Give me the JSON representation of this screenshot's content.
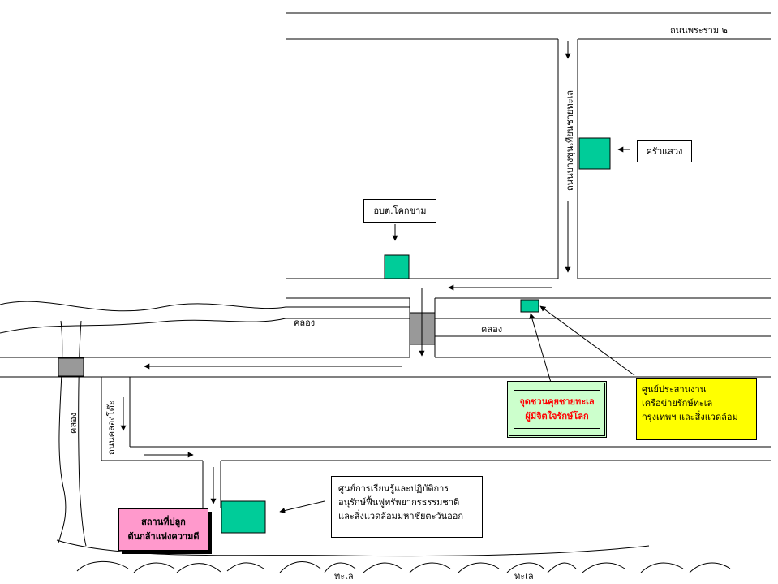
{
  "colors": {
    "building": "#00cc99",
    "bridge": "#999999",
    "accent_yellow": "#ffff00",
    "accent_pink": "#ff99cc",
    "highlight_text": "#ff0000",
    "highlight_bg": "#ccffcc"
  },
  "labels": {
    "rama2_road": "ถนนพระราม ๒",
    "canal_left": "คลอง",
    "canal_right": "คลอง",
    "canal_vertical": "คลอง",
    "sea_1": "ทะเล",
    "sea_2": "ทะเล",
    "bangkhunthian_road": "ถนนบางขุนเทียนชายทะเล",
    "khlong_dan_road": "ถนนคลองโต๊ะ"
  },
  "boxes": {
    "krua_saeng": "ครัวแสวง",
    "obt_khok_kham": "อบต.โคกขาม",
    "coordination_center": [
      "ศูนย์ประสานงาน",
      "เครือข่ายรักษ์ทะเล",
      "กรุงเทพฯ และสิ่งแวดล้อม"
    ],
    "learning_center": [
      "ศูนย์การเรียนรู้และปฏิบัติการ",
      "อนุรักษ์ฟื้นฟูทรัพยากรธรรมชาติ",
      "และสิ่งแวดล้อมมหาชัยตะวันออก"
    ],
    "meeting_point": [
      "จุดชวนคุยชายทะเล",
      "ผู้มีจิตใจรักษ์โลก"
    ],
    "planting_site": [
      "สถานที่ปลูก",
      "ต้นกล้าแห่งความดี"
    ]
  }
}
